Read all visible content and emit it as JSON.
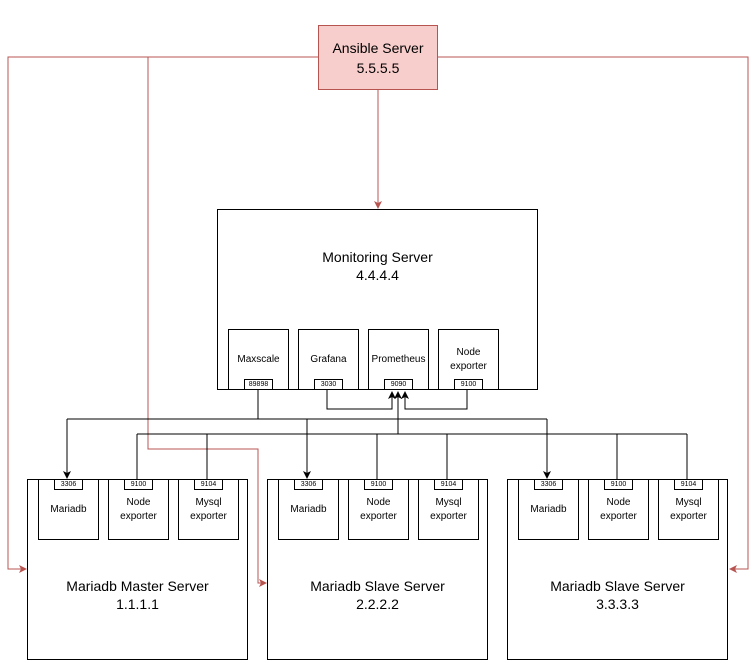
{
  "colors": {
    "control_line": "#b85450",
    "control_fill": "#f8cecc",
    "data_line": "#000000"
  },
  "ansible": {
    "title": "Ansible Server",
    "ip": "5.5.5.5"
  },
  "monitoring": {
    "title": "Monitoring Server",
    "ip": "4.4.4.4",
    "components": [
      {
        "label": "Maxscale",
        "port": "89898"
      },
      {
        "label": "Grafana",
        "port": "3030"
      },
      {
        "label": "Prometheus",
        "port": "9090"
      },
      {
        "label": "Node\nexporter",
        "port": "9100"
      }
    ]
  },
  "db_servers": [
    {
      "title": "Mariadb Master Server",
      "ip": "1.1.1.1",
      "components": [
        {
          "label": "Mariadb",
          "port": "3306"
        },
        {
          "label": "Node\nexporter",
          "port": "9100"
        },
        {
          "label": "Mysql\nexporter",
          "port": "9104"
        }
      ]
    },
    {
      "title": "Mariadb Slave Server",
      "ip": "2.2.2.2",
      "components": [
        {
          "label": "Mariadb",
          "port": "3306"
        },
        {
          "label": "Node\nexporter",
          "port": "9100"
        },
        {
          "label": "Mysql\nexporter",
          "port": "9104"
        }
      ]
    },
    {
      "title": "Mariadb Slave Server",
      "ip": "3.3.3.3",
      "components": [
        {
          "label": "Mariadb",
          "port": "3306"
        },
        {
          "label": "Node\nexporter",
          "port": "9100"
        },
        {
          "label": "Mysql\nexporter",
          "port": "9104"
        }
      ]
    }
  ]
}
